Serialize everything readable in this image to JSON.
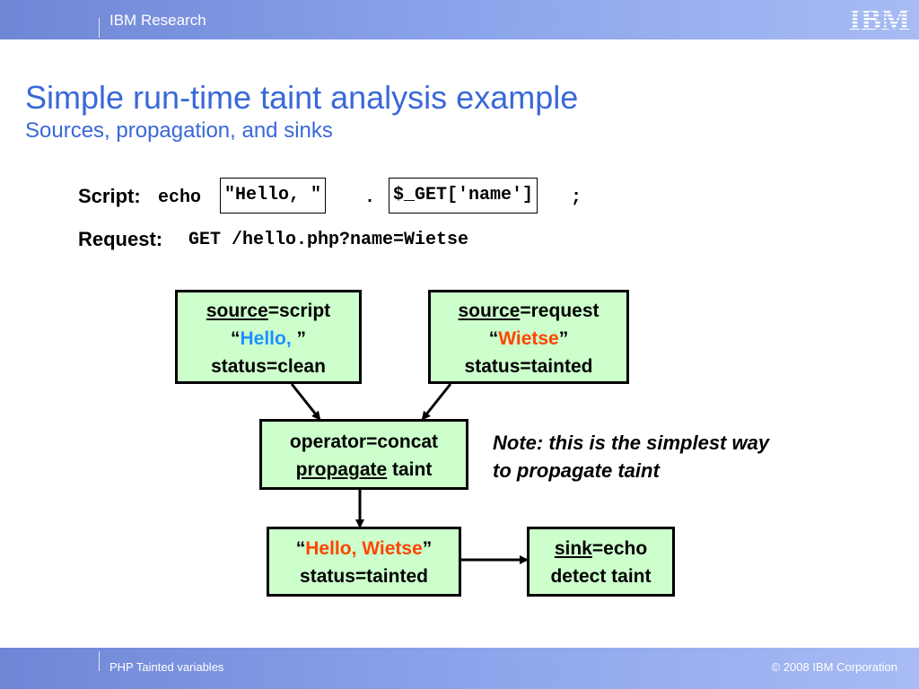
{
  "header": {
    "org": "IBM Research",
    "logo_text": "IBM"
  },
  "footer": {
    "left": "PHP Tainted variables",
    "right": "© 2008 IBM Corporation"
  },
  "title": "Simple run-time taint analysis example",
  "subtitle": "Sources, propagation, and sinks",
  "script": {
    "label": "Script:",
    "echo": "echo",
    "part1": "\"Hello, \"",
    "dot": ".",
    "part2": "$_GET['name']",
    "semi": ";"
  },
  "request": {
    "label": "Request:",
    "value": "GET /hello.php?name=Wietse"
  },
  "nodes": {
    "source_script": {
      "key": "source",
      "rest": "=script",
      "open_q": "“",
      "value": "Hello, ",
      "close_q": "”",
      "status": "status=clean"
    },
    "source_request": {
      "key": "source",
      "rest": "=request",
      "open_q": "“",
      "value": "Wietse",
      "close_q": "”",
      "status": "status=tainted"
    },
    "concat": {
      "line1": "operator=concat",
      "key": "propagate",
      "rest": " taint"
    },
    "result": {
      "open_q": "“",
      "value": "Hello, Wietse",
      "close_q": "”",
      "status": "status=tainted"
    },
    "sink": {
      "key": "sink",
      "rest": "=echo",
      "line2": "detect taint"
    }
  },
  "note": "Note: this is the simplest way to propagate taint",
  "colors": {
    "title": "#3a68d8",
    "node_fill": "#ccffcc",
    "clean_value": "#1e90ff",
    "tainted_value": "#ff4500"
  }
}
